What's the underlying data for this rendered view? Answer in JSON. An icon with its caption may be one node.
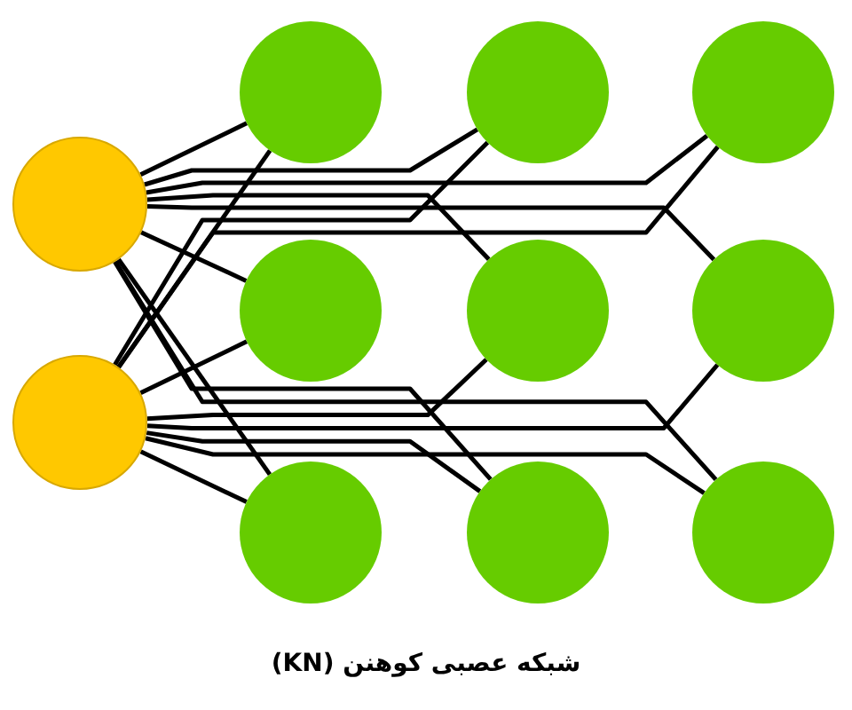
{
  "diagram": {
    "caption": "شبکه عصبی کوهنن (KN)",
    "nodes": [
      {
        "text": [],
        "shape": "circle"
      },
      {
        "text": [],
        "shape": "circle"
      },
      {
        "text": [],
        "shape": "circle"
      },
      {
        "text": [],
        "shape": "circle"
      },
      {
        "text": [],
        "shape": "circle"
      },
      {
        "text": [],
        "shape": "circle"
      },
      {
        "text": [],
        "shape": "circle"
      },
      {
        "text": [],
        "shape": "circle"
      },
      {
        "text": [],
        "shape": "circle"
      },
      {
        "text": [],
        "shape": "circle"
      },
      {
        "text": [],
        "shape": "circle"
      }
    ],
    "edges": [
      {
        "from": 0,
        "to": 2,
        "arrow": "none"
      },
      {
        "from": 0,
        "to": 3,
        "arrow": "none"
      },
      {
        "from": 0,
        "to": 4,
        "arrow": "none"
      },
      {
        "from": 0,
        "to": 5,
        "arrow": "none"
      },
      {
        "from": 0,
        "to": 6,
        "arrow": "none"
      },
      {
        "from": 0,
        "to": 7,
        "arrow": "none"
      },
      {
        "from": 0,
        "to": 8,
        "arrow": "none"
      },
      {
        "from": 0,
        "to": 9,
        "arrow": "none"
      },
      {
        "from": 0,
        "to": 10,
        "arrow": "none"
      },
      {
        "from": 1,
        "to": 2,
        "arrow": "none"
      },
      {
        "from": 1,
        "to": 3,
        "arrow": "none"
      },
      {
        "from": 1,
        "to": 4,
        "arrow": "none"
      },
      {
        "from": 1,
        "to": 5,
        "arrow": "none"
      },
      {
        "from": 1,
        "to": 6,
        "arrow": "none"
      },
      {
        "from": 1,
        "to": 7,
        "arrow": "none"
      },
      {
        "from": 1,
        "to": 8,
        "arrow": "none"
      },
      {
        "from": 1,
        "to": 9,
        "arrow": "none"
      },
      {
        "from": 1,
        "to": 10,
        "arrow": "none"
      }
    ]
  }
}
